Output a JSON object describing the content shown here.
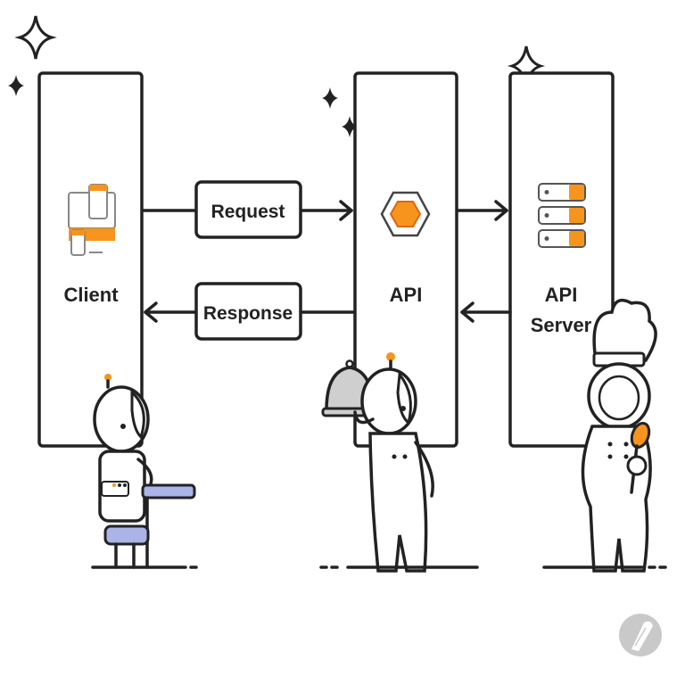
{
  "nodes": {
    "client": {
      "label": "Client"
    },
    "api": {
      "label": "API"
    },
    "server": {
      "label_line1": "API",
      "label_line2": "Server"
    }
  },
  "edges": {
    "request": {
      "label": "Request"
    },
    "response": {
      "label": "Response"
    }
  },
  "icons": {
    "client": "devices-icon",
    "api": "hexagon-api-icon",
    "server": "server-stack-icon",
    "watermark": "pen-nib-icon"
  },
  "colors": {
    "accent": "#f7941d",
    "ink": "#222222",
    "chair": "#aab4e8",
    "cloche": "#cfcfcf",
    "watermark": "#c9c9c9"
  }
}
